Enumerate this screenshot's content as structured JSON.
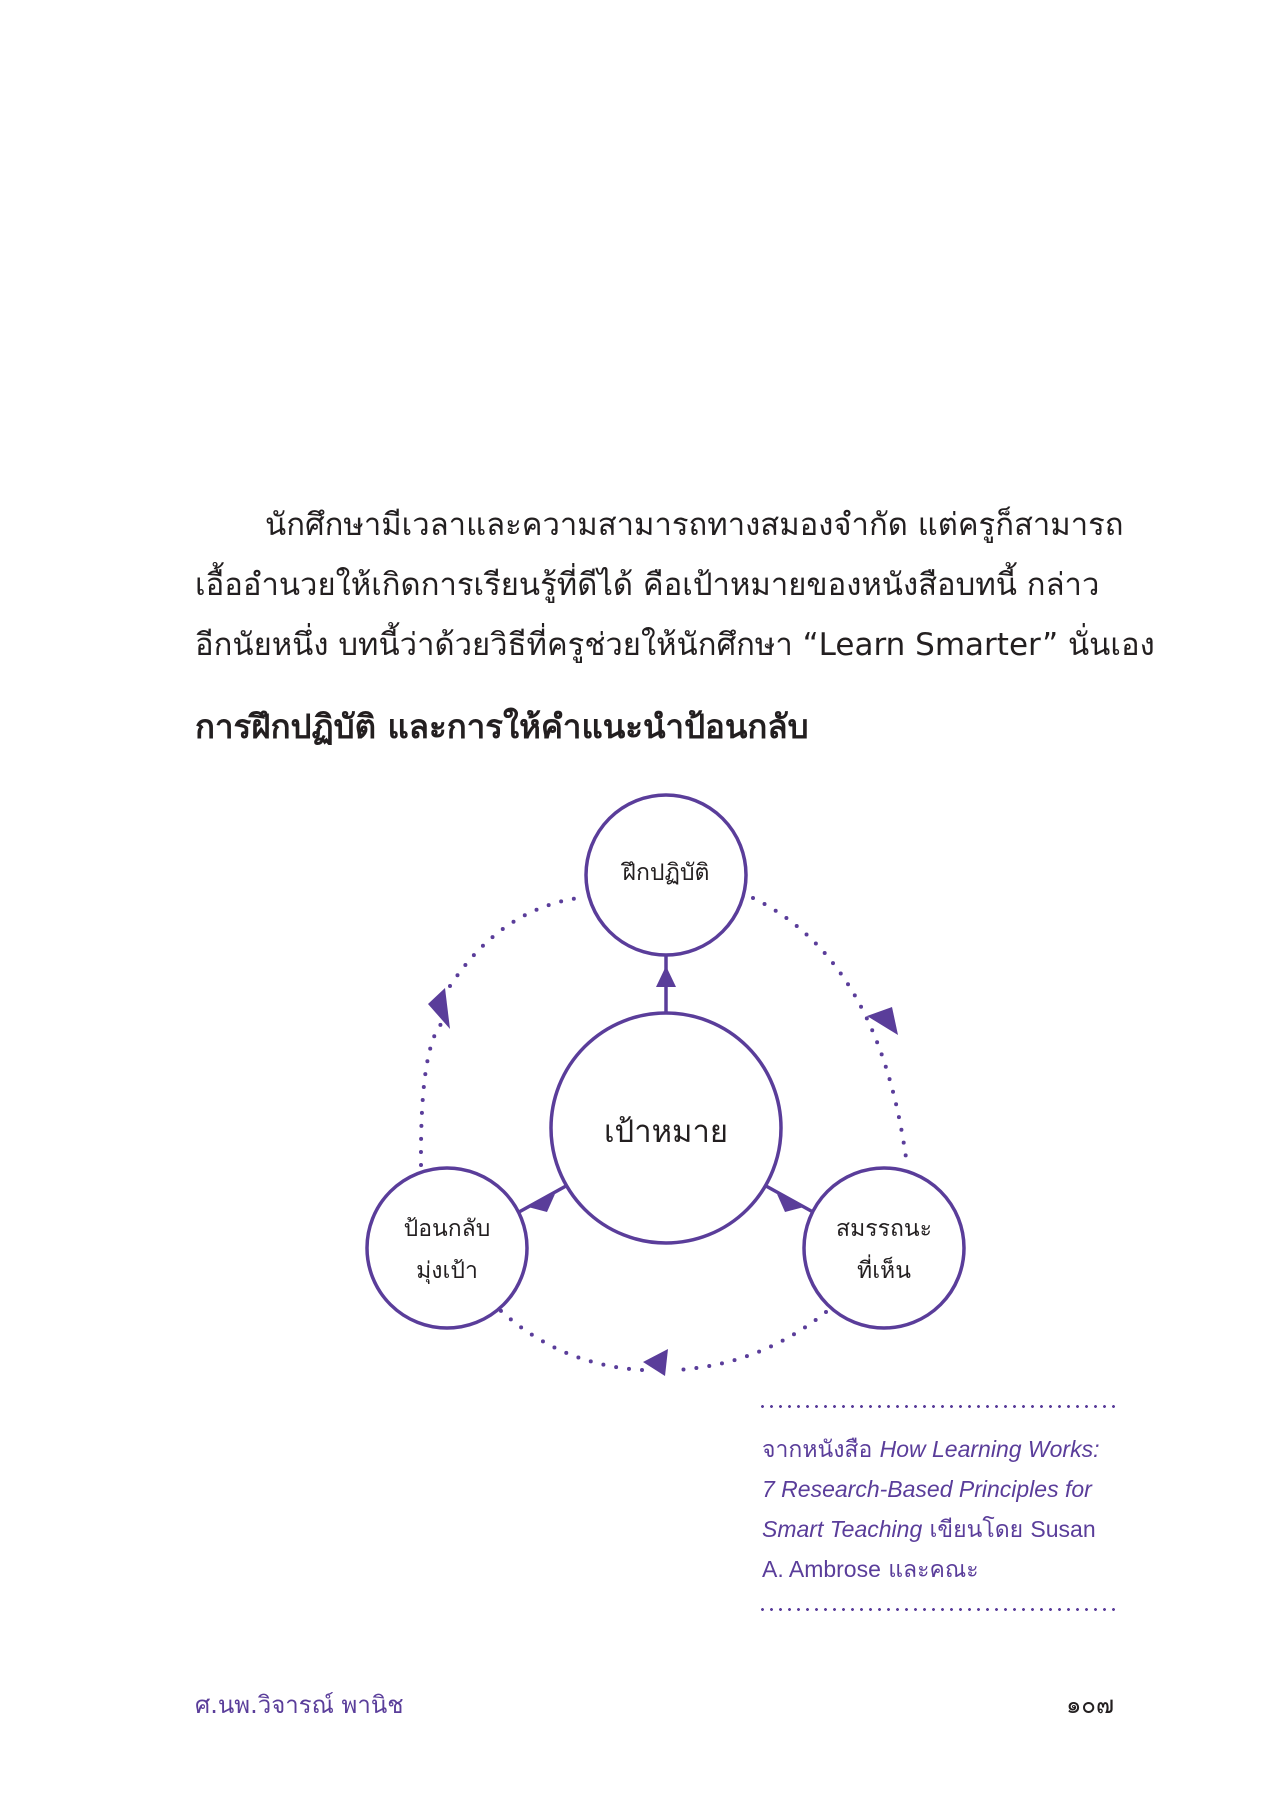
{
  "body": {
    "paragraph_lines": [
      "นักศึกษามีเวลาและความสามารถทางสมองจำกัด แต่ครูก็สามารถ",
      "เอื้ออำนวยให้เกิดการเรียนรู้ที่ดีได้ คือเป้าหมายของหนังสือบทนี้ กล่าว",
      "อีกนัยหนึ่ง บทนี้ว่าด้วยวิธีที่ครูช่วยให้นักศึกษา “Learn Smarter” นั่นเอง"
    ],
    "section_heading": "การฝึกปฏิบัติ และการให้คำแนะนำป้อนกลับ"
  },
  "diagram": {
    "color": "#5a3d9a",
    "center_node": "เป้าหมาย",
    "top_node": "ฝึกปฏิบัติ",
    "right_node": {
      "line1": "สมรรถนะ",
      "line2": "ที่เห็น"
    },
    "left_node": {
      "line1": "ป้อนกลับ",
      "line2": "มุ่งเป้า"
    }
  },
  "citation": {
    "prefix": "จากหนังสือ ",
    "title_line1": "How Learning Works:",
    "title_line2": "7 Research-Based Principles for",
    "title_line3": "Smart Teaching",
    "by": " เขียนโดย ",
    "author1": "Susan",
    "author2": "A. Ambrose",
    "suffix": " และคณะ"
  },
  "footer": {
    "author": "ศ.นพ.วิจารณ์ พานิช",
    "page_number": "๑๐๗"
  }
}
